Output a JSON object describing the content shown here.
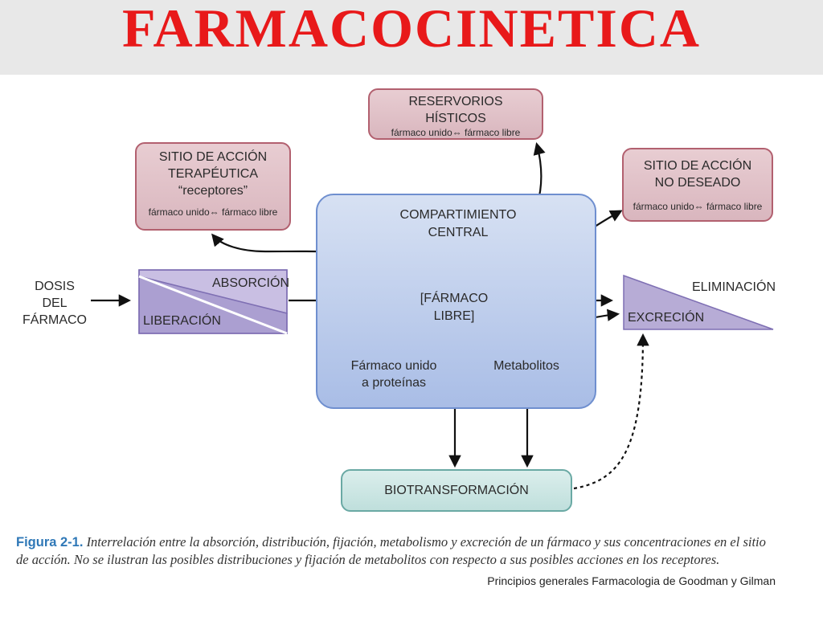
{
  "title": "FARMACOCINETICA",
  "boxes": {
    "reservorios": {
      "line1": "RESERVORIOS",
      "line2": "HÍSTICOS",
      "sub": "fármaco unido⇔ fármaco libre"
    },
    "sitio_terapeutica": {
      "line1": "SITIO DE ACCIÓN",
      "line2": "TERAPÉUTICA",
      "line3": "“receptores”",
      "sub": "fármaco unido⇔ fármaco libre"
    },
    "sitio_no_deseado": {
      "line1": "SITIO DE ACCIÓN",
      "line2": "NO DESEADO",
      "sub": "fármaco unido⇔ fármaco libre"
    },
    "compartimiento": {
      "line1": "COMPARTIMIENTO",
      "line2": "CENTRAL"
    },
    "farmaco_libre": {
      "line1": "[FÁRMACO",
      "line2": "LIBRE]"
    },
    "unido_proteinas": {
      "line1": "Fármaco unido",
      "line2": "a proteínas"
    },
    "metabolitos": "Metabolitos",
    "biotransformacion": "BIOTRANSFORMACIÓN"
  },
  "dosis": {
    "line1": "DOSIS",
    "line2": "DEL",
    "line3": "FÁRMACO"
  },
  "absorcion": "ABSORCIÓN",
  "liberacion": "LIBERACIÓN",
  "eliminacion": "ELIMINACIÓN",
  "excrecion": "EXCRECIÓN",
  "caption": {
    "figure": "Figura 2-1.",
    "text": "Interrelación entre la absorción, distribución, fijación, metabolismo y excreción de un fármaco y sus concentraciones en el sitio de acción.  No se ilustran las posibles distribuciones y fijación de metabolitos con respecto a sus posibles acciones en los receptores."
  },
  "source": "Principios generales Farmacologia de Goodman y Gilman",
  "colors": {
    "title": "#e8191a",
    "red_box": "#d9b6be",
    "blue_box": "#a9bde6",
    "teal_box": "#bfdfdc",
    "triangle": "#b7acd6",
    "caption_figure": "#2f78b7"
  }
}
